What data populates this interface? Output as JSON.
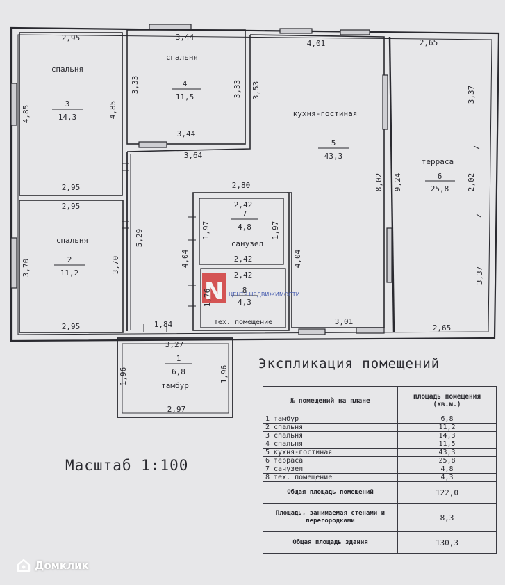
{
  "rooms": [
    {
      "id": "r3",
      "name": "спальня",
      "number": "3",
      "area": "14,3"
    },
    {
      "id": "r4",
      "name": "спальня",
      "number": "4",
      "area": "11,5"
    },
    {
      "id": "r5",
      "name": "кухня-гостиная",
      "number": "5",
      "area": "43,3"
    },
    {
      "id": "r6",
      "name": "терраса",
      "number": "6",
      "area": "25,8"
    },
    {
      "id": "r2",
      "name": "спальня",
      "number": "2",
      "area": "11,2"
    },
    {
      "id": "r7",
      "name": "санузел",
      "number": "7",
      "area": "4,8"
    },
    {
      "id": "r8",
      "name": "тех. помещение",
      "number": "8",
      "area": "4,3"
    },
    {
      "id": "r1",
      "name": "тамбур",
      "number": "1",
      "area": "6,8"
    }
  ],
  "dimensions": {
    "d_295_top": "2,95",
    "d_344_top": "3,44",
    "d_401": "4,01",
    "d_265_top": "2,65",
    "d_485_left": "4,85",
    "d_485_right": "4,85",
    "d_333_left": "3,33",
    "d_333_right": "3,33",
    "d_353": "3,53",
    "d_337_top": "3,37",
    "d_344_bot": "3,44",
    "d_364": "3,64",
    "d_295_mid1": "2,95",
    "d_280": "2,80",
    "d_802": "8,02",
    "d_924": "9,24",
    "d_202": "2,02",
    "d_295_mid2": "2,95",
    "d_242_a": "2,42",
    "d_529": "5,29",
    "d_197_left": "1,97",
    "d_197_right": "1,97",
    "d_370_left": "3,70",
    "d_370_right": "3,70",
    "d_404_left": "4,04",
    "d_404_right": "4,04",
    "d_242_b": "2,42",
    "d_242_c": "2,42",
    "d_176": "1,76",
    "d_337_bot": "3,37",
    "d_295_bot": "2,95",
    "d_184": "1,84",
    "d_301": "3,01",
    "d_265_bot": "2,65",
    "d_327": "3,27",
    "d_196_left": "1,96",
    "d_196_right": "1,96",
    "d_297": "2,97"
  },
  "explication": {
    "title": "Экспликация помещений",
    "col_room": "№ помещений на плане",
    "col_area": "площадь помещения (кв.м.)",
    "rows": [
      {
        "label": "1 тамбур",
        "area": "6,8"
      },
      {
        "label": "2 спальня",
        "area": "11,2"
      },
      {
        "label": "3 спальня",
        "area": "14,3"
      },
      {
        "label": "4 спальня",
        "area": "11,5"
      },
      {
        "label": "5 кухня-гостиная",
        "area": "43,3"
      },
      {
        "label": "6 терраса",
        "area": "25,8"
      },
      {
        "label": "7 санузел",
        "area": "4,8"
      },
      {
        "label": "8 тех. помещение",
        "area": "4,3"
      }
    ],
    "total_label": "Общая площадь помещений",
    "total_value": "122,0",
    "walls_label": "Площадь, занимаемая стенами и перегородками",
    "walls_value": "8,3",
    "building_label": "Общая площадь здания",
    "building_value": "130,3"
  },
  "scale": "Масштаб 1:100",
  "stamp_text": "ЦЕНТР НЕДВИЖИМОСТИ",
  "watermark": "Домклик",
  "colors": {
    "ink": "#2a2a30",
    "paper": "#e7e7e9",
    "stamp_red": "#d03a3a",
    "stamp_blue": "#4a5fb0"
  }
}
